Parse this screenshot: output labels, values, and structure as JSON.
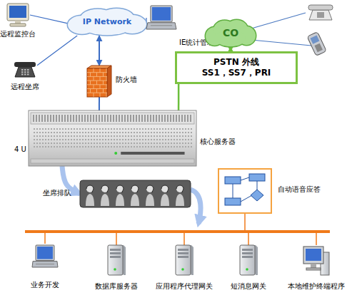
{
  "diagram": {
    "nodes": [
      {
        "text": [
          "IP Network"
        ]
      },
      {
        "text": [
          "远程监控台"
        ]
      },
      {
        "text": [
          "远程坐席"
        ]
      },
      {
        "text": [
          "IE统计管理"
        ]
      },
      {
        "text": [
          "防火墙"
        ]
      },
      {
        "text": [
          "CO"
        ]
      },
      {
        "text": [
          "PSTN 外线",
          "SS1，SS7，PRI"
        ]
      },
      {
        "text": [
          "核心服务器"
        ]
      },
      {
        "text": [
          "坐席排队"
        ]
      },
      {
        "text": [
          "自动语音应答"
        ]
      },
      {
        "text": [
          "业务开发"
        ]
      },
      {
        "text": [
          "数据库服务器"
        ]
      },
      {
        "text": [
          "应用程序代理网关"
        ]
      },
      {
        "text": [
          "短消息网关"
        ]
      },
      {
        "text": [
          "本地维护终端程序"
        ]
      }
    ],
    "edges": [
      {
        "from": 1,
        "to": 0,
        "arrow": "none"
      },
      {
        "from": 2,
        "to": 0,
        "arrow": "none"
      },
      {
        "from": 3,
        "to": 0,
        "arrow": "none"
      },
      {
        "from": 0,
        "to": 4,
        "arrow": "both"
      },
      {
        "from": 4,
        "to": 7,
        "arrow": "none"
      },
      {
        "from": 5,
        "to": 6,
        "arrow": "both"
      },
      {
        "from": 6,
        "to": 7,
        "arrow": "none"
      },
      {
        "from": 7,
        "to": 8,
        "arrow": "to"
      }
    ],
    "labels": [
      "4 U"
    ]
  }
}
